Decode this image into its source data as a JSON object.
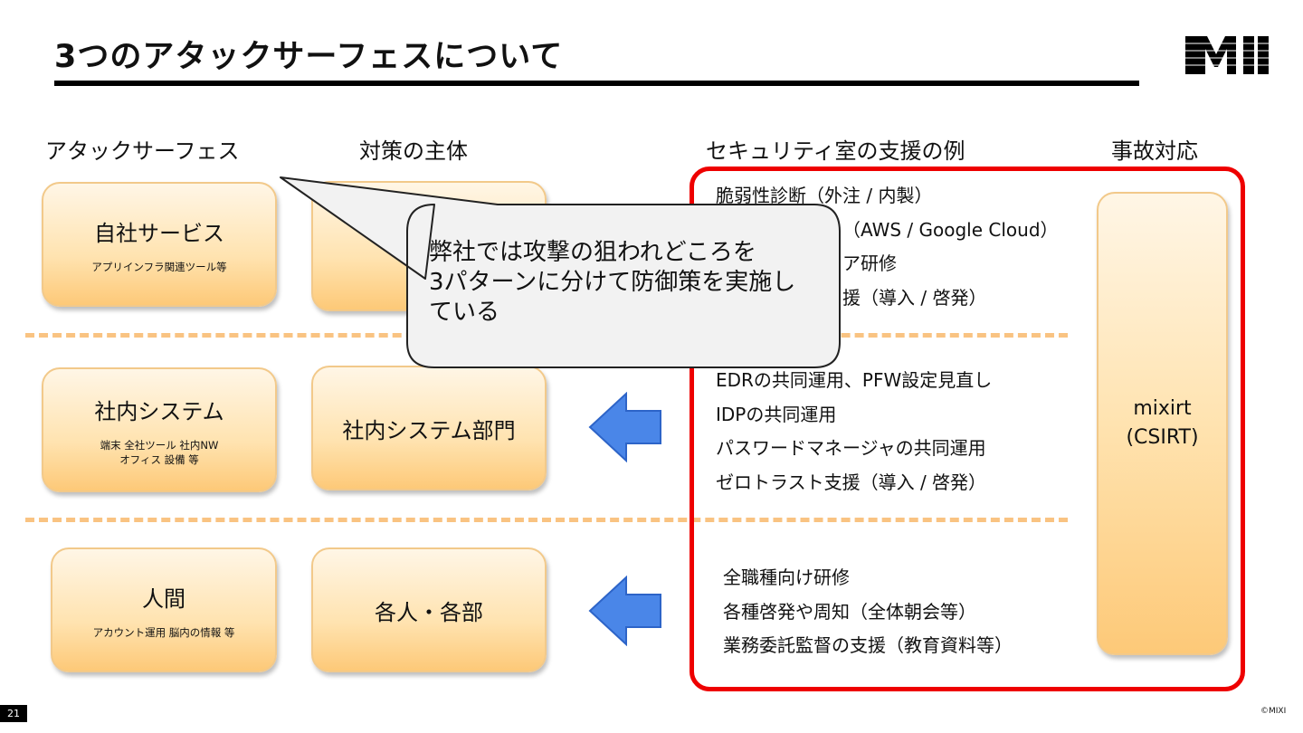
{
  "slide": {
    "title": "3つのアタックサーフェスについて",
    "page_number": "21",
    "copyright": "©MIXI",
    "logo_text": "MI"
  },
  "headers": {
    "surface": "アタックサーフェス",
    "owner": "対策の主体",
    "support": "セキュリティ室の支援の例",
    "incident": "事故対応"
  },
  "rows": [
    {
      "surface": "自社サービス",
      "surface_sub": "アプリインフラ関連ツール等",
      "owner": "",
      "support": [
        "脆弱性診断（外注 / 内製）",
        "（AWS / Google Cloud）",
        "ア研修",
        "援（導入 / 啓発）"
      ]
    },
    {
      "surface": "社内システム",
      "surface_sub_1": "端末 全社ツール 社内NW",
      "surface_sub_2": "オフィス 設備 等",
      "owner": "社内システム部門",
      "support": [
        "EDRの共同運用、PFW設定見直し",
        "IDPの共同運用",
        "パスワードマネージャの共同運用",
        "ゼロトラスト支援（導入 / 啓発）"
      ]
    },
    {
      "surface": "人間",
      "surface_sub": "アカウント運用 脳内の情報 等",
      "owner": "各人・各部",
      "support": [
        "全職種向け研修",
        "各種啓発や周知（全体朝会等）",
        "業務委託監督の支援（教育資料等）"
      ]
    }
  ],
  "incident_box": {
    "line1": "mixirt",
    "line2": "(CSIRT)"
  },
  "callout": {
    "line1": "弊社では攻撃の狙われどころを",
    "line2": "3パターンに分けて防御策を実施し",
    "line3": "ている"
  },
  "colors": {
    "frame": "#ee0000",
    "arrow": "#4a86e8",
    "box": "#fdc978",
    "dash": "#f9c382"
  }
}
